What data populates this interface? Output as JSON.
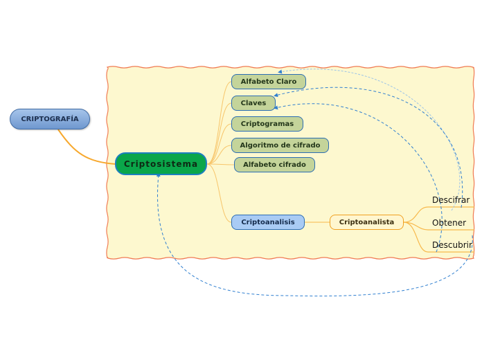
{
  "map": {
    "root": "CRIPTOGRAFÍA",
    "central": "Criptosistema",
    "components": [
      "Alfabeto Claro",
      "Claves",
      "Criptogramas",
      "Algoritmo de cifrado",
      "Alfabeto cifrado"
    ],
    "analysis": "Criptoanalisis",
    "analyst": "Criptoanalista",
    "actions": [
      "Descifrar",
      "Obtener",
      "Descubrir"
    ]
  },
  "colors": {
    "frame_fill": "#fdf8cf",
    "frame_border": "#f07a52",
    "central_fill": "#0aa64a",
    "branch_line": "#f7b84a",
    "relation_line": "#2f7fd0",
    "node_green": "#c4d49a",
    "node_blue": "#a9cbf4"
  }
}
